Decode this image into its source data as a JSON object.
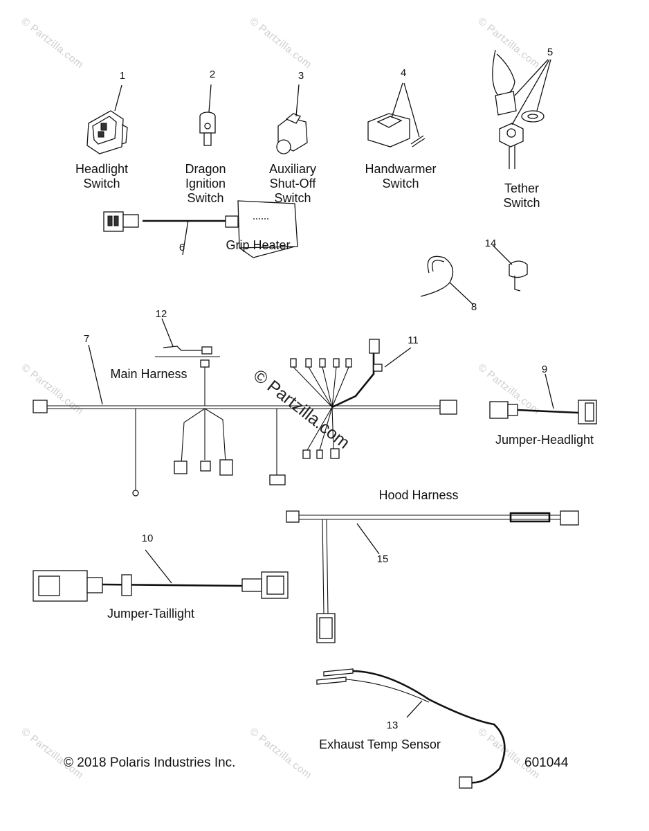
{
  "watermark": "© Partzilla.com",
  "center_watermark": "© Partzilla.com",
  "labels": {
    "headlight_switch": [
      "Headlight",
      "Switch"
    ],
    "dragon_ignition_switch": [
      "Dragon",
      "Ignition",
      "Switch"
    ],
    "auxiliary_shutoff_switch": [
      "Auxiliary",
      "Shut-Off",
      "Switch"
    ],
    "handwarmer_switch": [
      "Handwarmer",
      "Switch"
    ],
    "tether_switch": [
      "Tether",
      "Switch"
    ],
    "grip_heater": "Grip Heater",
    "main_harness": "Main Harness",
    "jumper_headlight": "Jumper-Headlight",
    "hood_harness": "Hood Harness",
    "jumper_taillight": "Jumper-Taillight",
    "exhaust_temp_sensor": "Exhaust Temp Sensor"
  },
  "callouts": {
    "c1": "1",
    "c2": "2",
    "c3": "3",
    "c4": "4",
    "c5": "5",
    "c6": "6",
    "c7": "7",
    "c8": "8",
    "c9": "9",
    "c10": "10",
    "c11": "11",
    "c12": "12",
    "c13": "13",
    "c14": "14",
    "c15": "15"
  },
  "footer": {
    "copyright": "© 2018 Polaris Industries Inc.",
    "diagram_id": "601044"
  }
}
